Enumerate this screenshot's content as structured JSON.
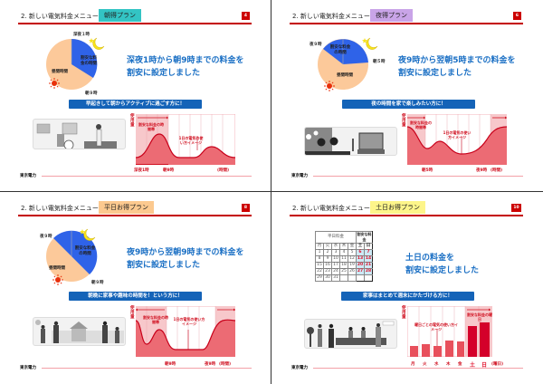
{
  "common": {
    "section_title": "2. 新しい電気料金メニュー",
    "company_logo": "東京電力",
    "y_axis_label": "使用量",
    "cheap_period_label": "割安な料金の時間帯",
    "usage_image_label": "1日の電気の使い方イメージ",
    "hour_unit": "(時間)"
  },
  "slides": [
    {
      "id": "asatoku",
      "plan_name": "朝得プラン",
      "plan_color": "#33c4c4",
      "page_number": "4",
      "pie": {
        "labels": {
          "top": "深夜１時",
          "cheap": "割安な料金の時間",
          "day": "昼間時間",
          "end": "朝９時"
        }
      },
      "headline": [
        "深夜1時から朝9時までの料金を",
        "割安に設定しました"
      ],
      "banner": "早起きして朝からアクティブに過ごす方に！",
      "x_labels": [
        "深夜1時",
        "朝9時",
        "(時間)"
      ]
    },
    {
      "id": "yorutoku",
      "plan_name": "夜得プラン",
      "plan_color": "#c9a4e8",
      "page_number": "6",
      "pie": {
        "labels": {
          "top": "夜９時",
          "cheap": "割安な料金の時間",
          "day": "昼間時間",
          "end": "朝５時"
        }
      },
      "headline": [
        "夜9時から翌朝5時までの料金を",
        "割安に設定しました"
      ],
      "banner": "夜の時間を家で楽しみたい方に！",
      "x_labels": [
        "朝5時",
        "夜9時",
        "(時間)"
      ]
    },
    {
      "id": "heijitsu",
      "plan_name": "平日お得プラン",
      "plan_color": "#fcc98f",
      "page_number": "8",
      "pie": {
        "labels": {
          "top": "夜９時",
          "cheap": "割安な料金の時間",
          "day": "昼間時間",
          "end": "朝９時"
        }
      },
      "headline": [
        "夜9時から翌朝9時までの料金を",
        "割安に設定しました"
      ],
      "banner": "朝晩に家事や趣味の時間を！という方に！",
      "x_labels": [
        "朝9時",
        "夜9時",
        "(時間)"
      ]
    },
    {
      "id": "donichi",
      "plan_name": "土日お得プラン",
      "plan_color": "#fdf58a",
      "page_number": "10",
      "calendar": {
        "weekday_header": "平日料金",
        "weekend_header": "割安な料金",
        "days": [
          "月",
          "火",
          "水",
          "木",
          "金",
          "土",
          "日"
        ],
        "rows": [
          [
            "1",
            "2",
            "3",
            "4",
            "5",
            "6",
            "7"
          ],
          [
            "8",
            "9",
            "10",
            "11",
            "12",
            "13",
            "14"
          ],
          [
            "15",
            "16",
            "17",
            "18",
            "19",
            "20",
            "21"
          ],
          [
            "22",
            "23",
            "24",
            "25",
            "26",
            "27",
            "28"
          ],
          [
            "29",
            "30",
            "31",
            "",
            "",
            "",
            ""
          ]
        ]
      },
      "headline": [
        "土日の料金を",
        "割安に設定しました"
      ],
      "banner": "家事はまとめて週末にかたづける方に！",
      "chart_cheap_label": "割安な料金の曜日",
      "chart_image_label": "曜日ごとの電気の使い方イメージ",
      "x_labels": [
        "月",
        "火",
        "水",
        "木",
        "金",
        "土",
        "日",
        "(曜日)"
      ]
    }
  ],
  "chart_data": [
    {
      "type": "area",
      "title": "朝得プラン 1日の電気の使い方イメージ",
      "xlabel": "(時間)",
      "ylabel": "使用量",
      "x_ticks": [
        "深夜1時",
        "朝9時"
      ],
      "highlight": "深夜1時〜朝9時 (割安な料金の時間帯)",
      "shape": "large peak in cheap period, smaller peak later"
    },
    {
      "type": "area",
      "title": "夜得プラン 1日の電気の使い方イメージ",
      "xlabel": "(時間)",
      "ylabel": "使用量",
      "x_ticks": [
        "朝5時",
        "夜9時"
      ],
      "highlight": "夜9時〜翌朝5時 (割安な料金の時間帯)",
      "shape": "high at ends (night), low during day"
    },
    {
      "type": "area",
      "title": "平日お得プラン 1日の電気の使い方イメージ",
      "xlabel": "(時間)",
      "ylabel": "使用量",
      "x_ticks": [
        "朝9時",
        "夜9時"
      ],
      "highlight": "夜9時〜翌朝9時 (割安な料金の時間帯)",
      "shape": "high in morning and evening, flat low mid-day"
    },
    {
      "type": "bar",
      "title": "曜日ごとの電気の使い方イメージ",
      "xlabel": "(曜日)",
      "ylabel": "使用量",
      "categories": [
        "月",
        "火",
        "水",
        "木",
        "金",
        "土",
        "日"
      ],
      "values": [
        22,
        25,
        22,
        31,
        29,
        62,
        69
      ],
      "highlight": "土・日 (割安な料金の曜日)"
    }
  ]
}
